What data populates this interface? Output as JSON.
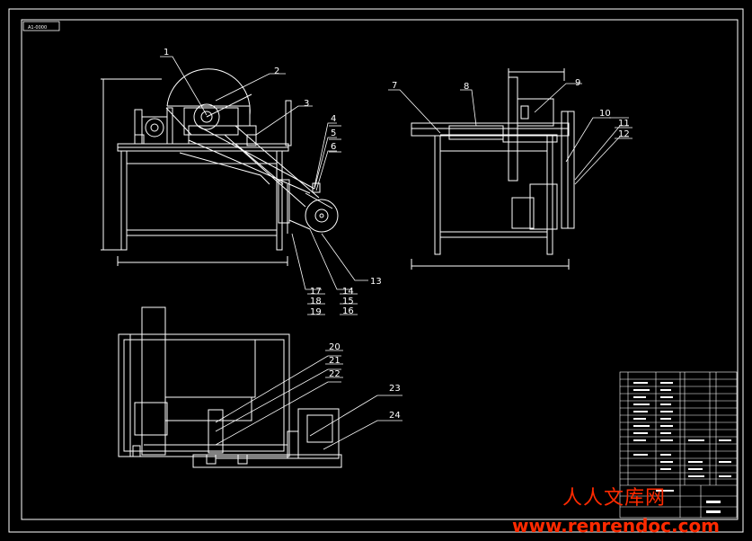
{
  "drawing": {
    "frame_tag": "A1-0000",
    "callouts": [
      "1",
      "2",
      "3",
      "4",
      "5",
      "6",
      "7",
      "8",
      "9",
      "10",
      "11",
      "12",
      "13",
      "14",
      "15",
      "16",
      "17",
      "18",
      "19",
      "20",
      "21",
      "22",
      "23",
      "24"
    ]
  },
  "watermark": {
    "cn": "人人文库网",
    "url": "www.renrendoc.com"
  },
  "colors": {
    "background": "#000000",
    "lines": "#ffffff",
    "watermark": "#ff2a00"
  }
}
